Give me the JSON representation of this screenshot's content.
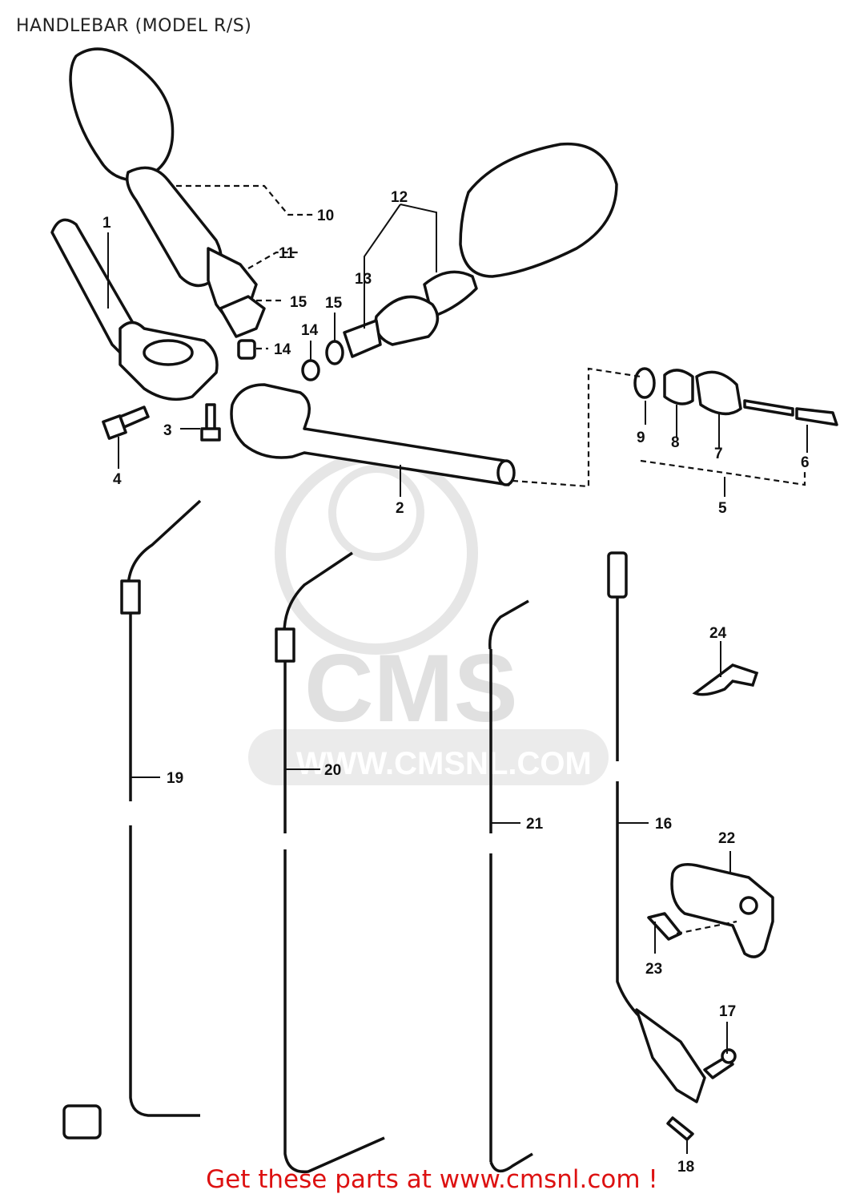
{
  "title": "HANDLEBAR (MODEL R/S)",
  "promo": "Get these parts at www.cmsnl.com !",
  "watermark": {
    "logo_text": "CMS",
    "url_text": "WWW.CMSNL.COM"
  },
  "callouts": {
    "c1": "1",
    "c2": "2",
    "c3": "3",
    "c4": "4",
    "c5": "5",
    "c6": "6",
    "c7": "7",
    "c8": "8",
    "c9": "9",
    "c10": "10",
    "c11": "11",
    "c12": "12",
    "c13": "13",
    "c14a": "14",
    "c14b": "14",
    "c15a": "15",
    "c15b": "15",
    "c16": "16",
    "c17": "17",
    "c18": "18",
    "c19": "19",
    "c20": "20",
    "c21": "21",
    "c22": "22",
    "c23": "23",
    "c24": "24"
  },
  "colors": {
    "promo": "#dd1111",
    "watermark": "#e0e0e0",
    "line": "#111111"
  }
}
